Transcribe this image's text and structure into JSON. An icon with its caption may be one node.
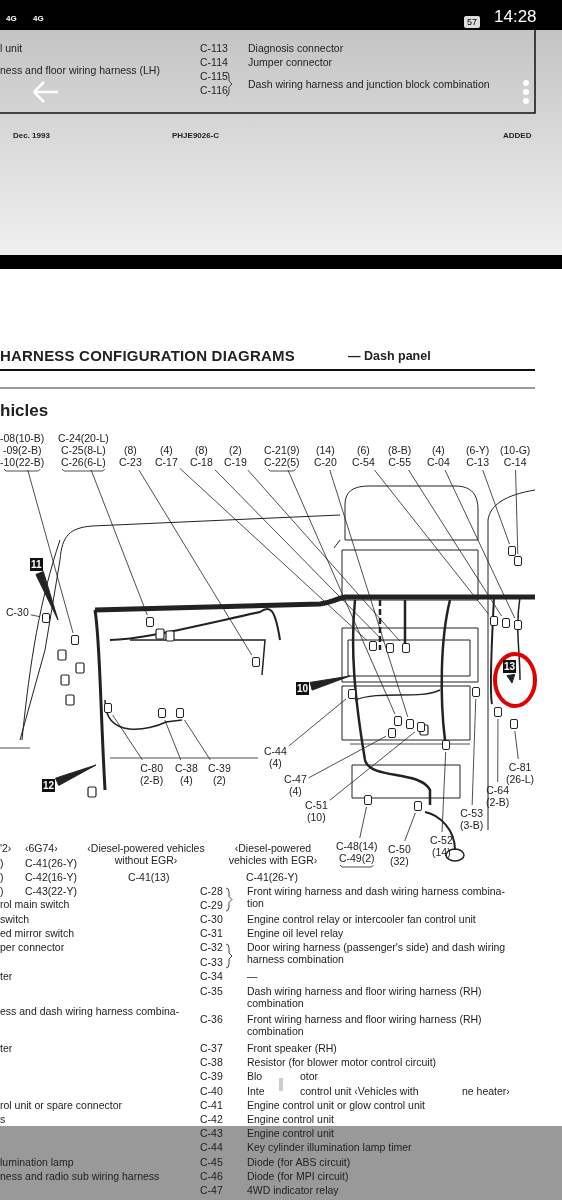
{
  "diagram": {
    "title": "HARNESS CONFIGURATION DIAGRAMS",
    "nodes": [
      {
        "text": [
          "-08(10-B)",
          "-09(2-B)",
          "-10(22-B)"
        ]
      },
      {
        "text": [
          "C-24(20-L)",
          "C-25(8-L)",
          "C-26(6-L)"
        ]
      },
      {
        "text": [
          "(8)",
          "C-23"
        ]
      },
      {
        "text": [
          "(4)",
          "C-17"
        ]
      },
      {
        "text": [
          "(8)",
          "C-18"
        ]
      },
      {
        "text": [
          "(2)",
          "C-19"
        ]
      },
      {
        "text": [
          "C-21(9)",
          "C-22(5)"
        ]
      },
      {
        "text": [
          "(14)",
          "C-20"
        ]
      },
      {
        "text": [
          "(6)",
          "C-54"
        ]
      },
      {
        "text": [
          "(8-B)",
          "C-55"
        ]
      },
      {
        "text": [
          "(4)",
          "C-04"
        ]
      },
      {
        "text": [
          "(6-Y)",
          "C-13"
        ]
      },
      {
        "text": [
          "(10-G)",
          "C-14"
        ]
      },
      {
        "text": [
          "C-30"
        ]
      },
      {
        "text": [
          "C-80",
          "(2-B)"
        ]
      },
      {
        "text": [
          "C-38",
          "(4)"
        ]
      },
      {
        "text": [
          "C-39",
          "(2)"
        ]
      },
      {
        "text": [
          "C-44",
          "(4)"
        ]
      },
      {
        "text": [
          "C-47",
          "(4)"
        ]
      },
      {
        "text": [
          "C-51",
          "(10)"
        ]
      },
      {
        "text": [
          "C-48(14)",
          "C-49(2)"
        ]
      },
      {
        "text": [
          "C-50",
          "(32)"
        ]
      },
      {
        "text": [
          "C-52",
          "(14)"
        ]
      },
      {
        "text": [
          "C-53",
          "(3-B)"
        ]
      },
      {
        "text": [
          "C-64",
          "(2-B)"
        ]
      },
      {
        "text": [
          "C-81",
          "(26-L)"
        ]
      },
      {
        "text": [
          "11"
        ]
      },
      {
        "text": [
          "10"
        ]
      },
      {
        "text": [
          "12"
        ]
      },
      {
        "text": [
          "13"
        ]
      },
      {
        "text": [],
        "shape": "box"
      },
      {
        "text": [],
        "shape": "box"
      },
      {
        "text": [],
        "shape": "box"
      },
      {
        "text": [],
        "shape": "box"
      },
      {
        "text": [],
        "shape": "box"
      },
      {
        "text": [],
        "shape": "box"
      },
      {
        "text": [],
        "shape": "box"
      },
      {
        "text": [],
        "shape": "box"
      },
      {
        "text": [],
        "shape": "box"
      },
      {
        "text": [],
        "shape": "box"
      },
      {
        "text": [],
        "shape": "box"
      },
      {
        "text": [],
        "shape": "box"
      },
      {
        "text": [],
        "shape": "box"
      },
      {
        "text": [],
        "shape": "box"
      },
      {
        "text": [],
        "shape": "box"
      },
      {
        "text": [],
        "shape": "box"
      },
      {
        "text": [],
        "shape": "box"
      },
      {
        "text": [],
        "shape": "box"
      },
      {
        "text": [],
        "shape": "box"
      },
      {
        "text": [],
        "shape": "box"
      },
      {
        "text": [],
        "shape": "box"
      },
      {
        "text": [],
        "shape": "box"
      },
      {
        "text": [],
        "shape": "box"
      },
      {
        "text": [],
        "shape": "box"
      },
      {
        "text": [],
        "shape": "box"
      },
      {
        "text": [],
        "shape": "box"
      }
    ],
    "edges": [
      {
        "from": 0,
        "to": 30,
        "arrow": "none"
      },
      {
        "from": 1,
        "to": 31,
        "arrow": "none"
      },
      {
        "from": 2,
        "to": 32,
        "arrow": "none"
      },
      {
        "from": 3,
        "to": 33,
        "arrow": "none"
      },
      {
        "from": 4,
        "to": 34,
        "arrow": "none"
      },
      {
        "from": 5,
        "to": 35,
        "arrow": "none"
      },
      {
        "from": 6,
        "to": 36,
        "arrow": "none"
      },
      {
        "from": 7,
        "to": 37,
        "arrow": "none"
      },
      {
        "from": 8,
        "to": 38,
        "arrow": "none"
      },
      {
        "from": 9,
        "to": 39,
        "arrow": "none"
      },
      {
        "from": 10,
        "to": 40,
        "arrow": "none"
      },
      {
        "from": 11,
        "to": 41,
        "arrow": "none"
      },
      {
        "from": 12,
        "to": 42,
        "arrow": "none"
      },
      {
        "from": 13,
        "to": 43,
        "arrow": "none"
      },
      {
        "from": 14,
        "to": 44,
        "arrow": "none"
      },
      {
        "from": 15,
        "to": 45,
        "arrow": "none"
      },
      {
        "from": 16,
        "to": 46,
        "arrow": "none"
      },
      {
        "from": 17,
        "to": 47,
        "arrow": "none"
      },
      {
        "from": 18,
        "to": 48,
        "arrow": "none"
      },
      {
        "from": 19,
        "to": 49,
        "arrow": "none"
      },
      {
        "from": 20,
        "to": 50,
        "arrow": "none"
      },
      {
        "from": 21,
        "to": 51,
        "arrow": "none"
      },
      {
        "from": 22,
        "to": 52,
        "arrow": "none"
      },
      {
        "from": 23,
        "to": 53,
        "arrow": "none"
      },
      {
        "from": 24,
        "to": 54,
        "arrow": "none"
      },
      {
        "from": 25,
        "to": 55,
        "arrow": "none"
      },
      {
        "from": 26,
        "to": null,
        "arrow": "to",
        "style": "thick"
      },
      {
        "from": 27,
        "to": null,
        "arrow": "to",
        "style": "thick"
      },
      {
        "from": 28,
        "to": null,
        "arrow": "to",
        "style": "thick"
      },
      {
        "from": 29,
        "to": null,
        "arrow": "to",
        "style": "thick"
      }
    ],
    "labels": [
      "4G",
      "4G",
      "57",
      "14:28",
      "l unit",
      "C-113",
      "Diagnosis connector",
      "C-114",
      "Jumper connector",
      "ness and floor wiring harness (LH)",
      "C-115",
      "C-116",
      "Dash wiring harness and junction block combination",
      "Dec. 1993",
      "PHJE9026-C",
      "ADDED",
      "— Dash panel",
      "hicles",
      "'2›",
      "‹6G74›",
      "‹Diesel-powered vehicles without EGR›",
      "‹Diesel-powered vehicles with EGR›",
      ")",
      "C-41(26-Y)",
      ")",
      "C-42(16-Y)",
      "C-41(13)",
      "C-41(26-Y)",
      ")",
      "C-43(22-Y)",
      "C-28",
      "Front wiring harness and dash wiring harness combina- tion",
      "rol main switch",
      "C-29",
      "switch",
      "C-30",
      "Engine control relay or intercooler fan control unit",
      "ed mirror switch",
      "C-31",
      "Engine oil level relay",
      "per connector",
      "C-32",
      "Door wiring harness (passenger's side) and dash wiring harness combination",
      "C-33",
      "ter",
      "C-34",
      "—",
      "C-35",
      "Dash wiring harness and floor wiring harness (RH) combination",
      "ess and dash wiring harness combina-",
      "C-36",
      "Front wiring harness and floor wiring harness (RH) combination",
      "ter",
      "C-37",
      "Front speaker (RH)",
      "C-38",
      "Resistor (for blower motor control circuit)",
      "C-39",
      "Blo",
      "otor",
      "C-40",
      "Inte",
      "control unit ‹Vehicles with",
      "ne heater›",
      "rol unit or spare connector",
      "C-41",
      "Engine control unit or glow control unit",
      "s",
      "C-42",
      "Engine control unit",
      "C-43",
      "Engine control unit",
      "C-44",
      "Key cylinder illumination lamp timer",
      "lumination lamp",
      "C-45",
      "Diode (for ABS circuit)",
      "ness and radio sub wiring harness",
      "C-46",
      "Diode (for MPI circuit)",
      "C-47",
      "4WD indicator relay"
    ]
  }
}
